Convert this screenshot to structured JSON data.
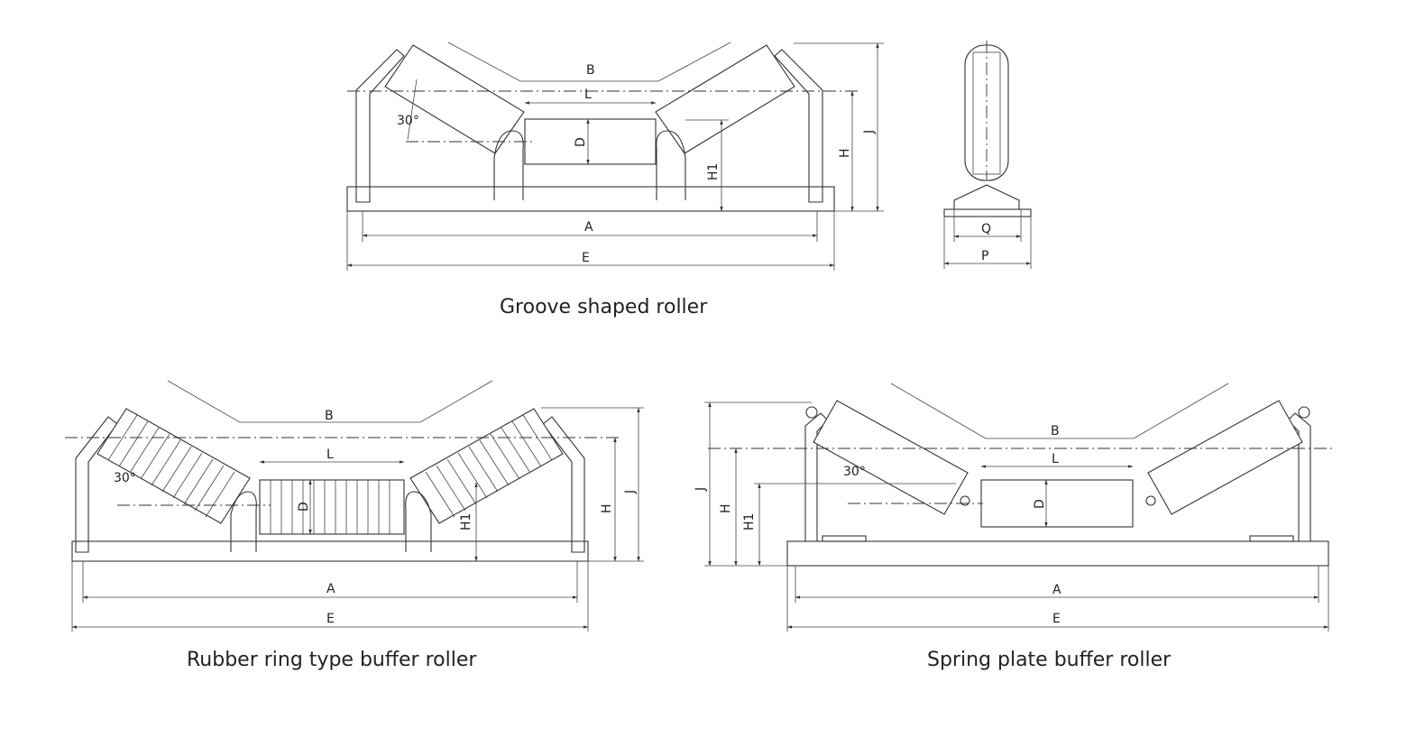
{
  "captions": {
    "groove": "Groove shaped roller",
    "rubber": "Rubber ring type buffer roller",
    "spring": "Spring plate buffer roller"
  },
  "labels": {
    "B": "B",
    "L": "L",
    "D": "D",
    "H": "H",
    "H1": "H1",
    "J": "J",
    "A": "A",
    "E": "E",
    "Q": "Q",
    "P": "P",
    "angle": "30°"
  }
}
